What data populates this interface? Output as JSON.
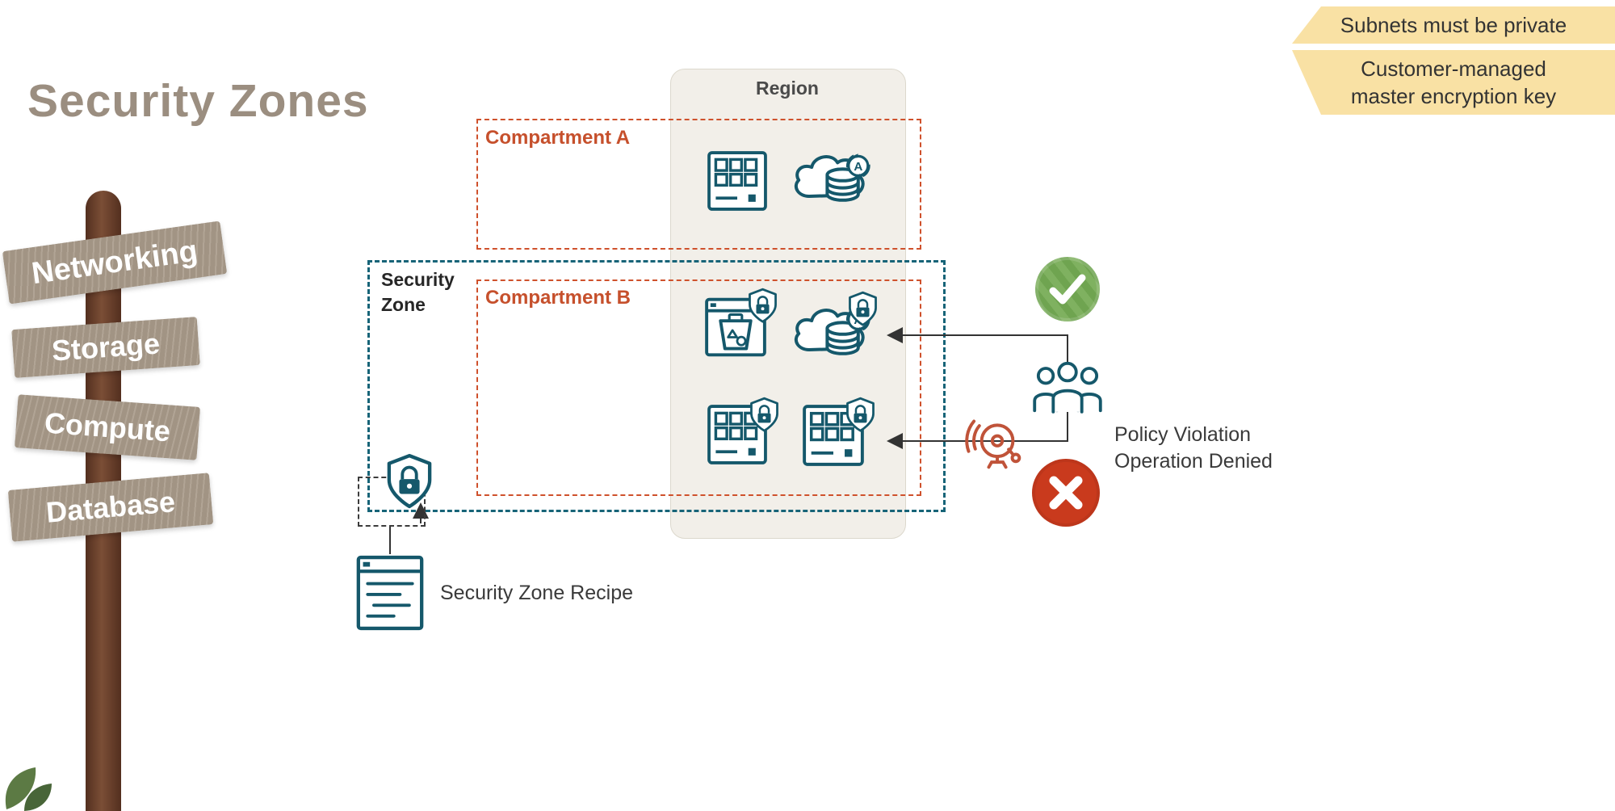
{
  "title": "Security Zones",
  "signpost": {
    "items": [
      {
        "label": "Networking"
      },
      {
        "label": "Storage"
      },
      {
        "label": "Compute"
      },
      {
        "label": "Database"
      }
    ]
  },
  "callouts": {
    "subnets": "Subnets must be private",
    "kms_line1": "Customer-managed",
    "kms_line2": "master encryption key"
  },
  "region": {
    "label": "Region"
  },
  "compartment_a": {
    "label": "Compartment A"
  },
  "compartment_b": {
    "label": "Compartment B"
  },
  "security_zone": {
    "line1": "Security",
    "line2": "Zone"
  },
  "recipe": {
    "label": "Security Zone Recipe"
  },
  "violation": {
    "line1": "Policy Violation",
    "line2": "Operation Denied"
  },
  "icons": {
    "adb_letter": "A",
    "vcn": "subnet-grid-icon",
    "autonomous_db": "cloud-database-icon",
    "bucket": "object-storage-bucket-icon",
    "shield": "shield-lock-icon",
    "people": "users-group-icon",
    "alarm": "alarm-bell-icon",
    "allowed": "check-circle-icon",
    "denied": "x-circle-icon",
    "recipe_doc": "document-icon"
  },
  "colors": {
    "teal": "#15586b",
    "compartment_orange": "#c6502c",
    "zone_teal": "#176478",
    "banner_yellow": "#f9e1a4",
    "wood": "#a89a89",
    "pole_brown": "#6b4430",
    "allow_green": "#6fa450",
    "deny_red": "#c93a1d",
    "alarm_red": "#c05339",
    "title_tan": "#9b8e80"
  }
}
